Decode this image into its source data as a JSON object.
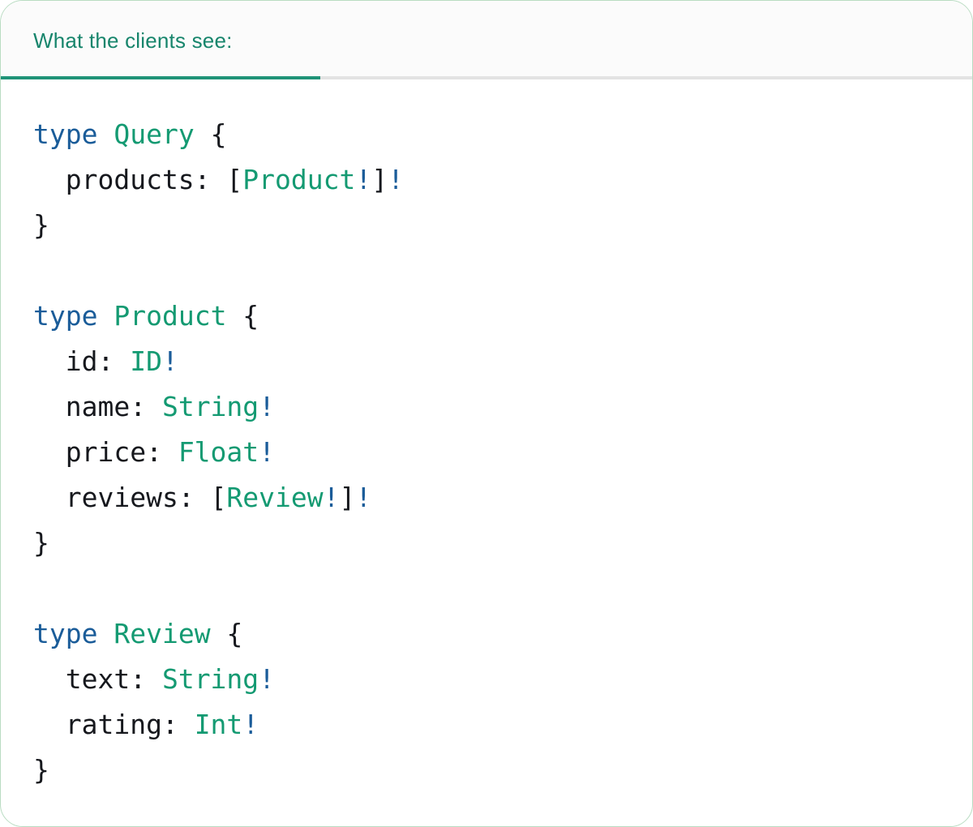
{
  "header": {
    "title": "What the clients see:"
  },
  "colors": {
    "title": "#17856c",
    "accent_underline": "#1f9377",
    "divider": "#e3e3e3",
    "card_border": "#b9dcc2",
    "header_bg": "#fbfbfb",
    "keyword": "#1a5c99",
    "type_name": "#149a72",
    "bang": "#1a5c99",
    "plain": "#16181d"
  },
  "code": {
    "language": "graphql",
    "lines": [
      [
        [
          "k",
          "type"
        ],
        [
          "p",
          " "
        ],
        [
          "t",
          "Query"
        ],
        [
          "p",
          " {"
        ]
      ],
      [
        [
          "p",
          "  products: ["
        ],
        [
          "t",
          "Product"
        ],
        [
          "b",
          "!"
        ],
        [
          "p",
          "]"
        ],
        [
          "b",
          "!"
        ]
      ],
      [
        [
          "p",
          "}"
        ]
      ],
      [],
      [
        [
          "k",
          "type"
        ],
        [
          "p",
          " "
        ],
        [
          "t",
          "Product"
        ],
        [
          "p",
          " {"
        ]
      ],
      [
        [
          "p",
          "  id: "
        ],
        [
          "t",
          "ID"
        ],
        [
          "b",
          "!"
        ]
      ],
      [
        [
          "p",
          "  name: "
        ],
        [
          "t",
          "String"
        ],
        [
          "b",
          "!"
        ]
      ],
      [
        [
          "p",
          "  price: "
        ],
        [
          "t",
          "Float"
        ],
        [
          "b",
          "!"
        ]
      ],
      [
        [
          "p",
          "  reviews: ["
        ],
        [
          "t",
          "Review"
        ],
        [
          "b",
          "!"
        ],
        [
          "p",
          "]"
        ],
        [
          "b",
          "!"
        ]
      ],
      [
        [
          "p",
          "}"
        ]
      ],
      [],
      [
        [
          "k",
          "type"
        ],
        [
          "p",
          " "
        ],
        [
          "t",
          "Review"
        ],
        [
          "p",
          " {"
        ]
      ],
      [
        [
          "p",
          "  text: "
        ],
        [
          "t",
          "String"
        ],
        [
          "b",
          "!"
        ]
      ],
      [
        [
          "p",
          "  rating: "
        ],
        [
          "t",
          "Int"
        ],
        [
          "b",
          "!"
        ]
      ],
      [
        [
          "p",
          "}"
        ]
      ]
    ]
  }
}
